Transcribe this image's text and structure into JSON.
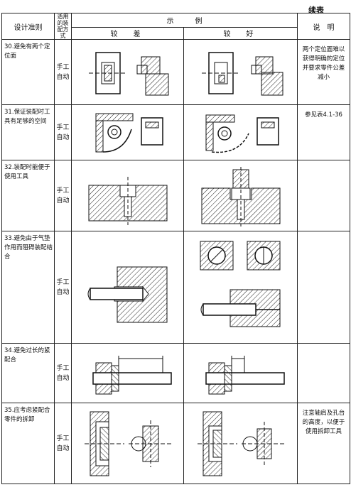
{
  "header": {
    "continued": "续表",
    "col_principle": "设计准则",
    "col_method": "适用的装配方式",
    "col_example": "示　　　例",
    "col_bad": "较　差",
    "col_good": "较　好",
    "col_note": "说　明"
  },
  "rows": [
    {
      "principle": "30.避免有两个定位面",
      "method": "手工自动",
      "note": "两个定位面难以获得明确的定位并要求零件公差减小"
    },
    {
      "principle": "31.保证装配时工具有足够的空间",
      "method": "手工自动",
      "note": "参见表4.1-36"
    },
    {
      "principle": "32.装配时能便于使用工具",
      "method": "手工自动",
      "note": ""
    },
    {
      "principle": "33.避免由于气垫作用而阻碍装配结合",
      "method": "手工自动",
      "note": ""
    },
    {
      "principle": "34.避免过长的紧配合",
      "method": "手工自动",
      "note": ""
    },
    {
      "principle": "35.应考虑紧配合零件的拆卸",
      "method": "手工自动",
      "note": "注意轴肩及孔台的高度，以便于使用拆卸工具"
    }
  ]
}
